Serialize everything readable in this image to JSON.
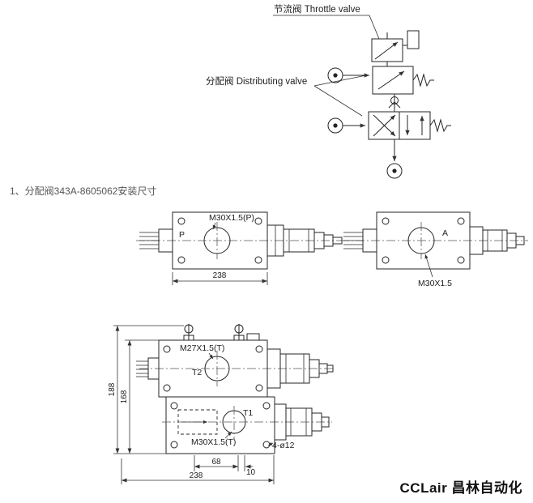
{
  "page": {
    "background": "#ffffff",
    "line_color": "#242424"
  },
  "schematic": {
    "throttle_valve_label": "节流阀 Throttle valve",
    "distributing_valve_label": "分配阀 Distributing valve"
  },
  "section_title": "1、分配阀343A-8605062安装尺寸",
  "drawing_p": {
    "port_label": "P",
    "thread_label": "M30X1.5(P)",
    "width_dim": "238"
  },
  "drawing_a": {
    "port_label": "A",
    "thread_label": "M30X1.5"
  },
  "drawing_t": {
    "thread_top_label": "M27X1.5(T)",
    "port_top_label": "T2",
    "port_bottom_label": "T1",
    "thread_bottom_label": "M30X1.5(T)",
    "holes_label": "4-ø12",
    "dim_height_outer": "188",
    "dim_height_inner": "168",
    "dim_width_small": "68",
    "dim_offset": "10",
    "dim_width_total": "238"
  },
  "brand": "CCLair 昌林自动化"
}
